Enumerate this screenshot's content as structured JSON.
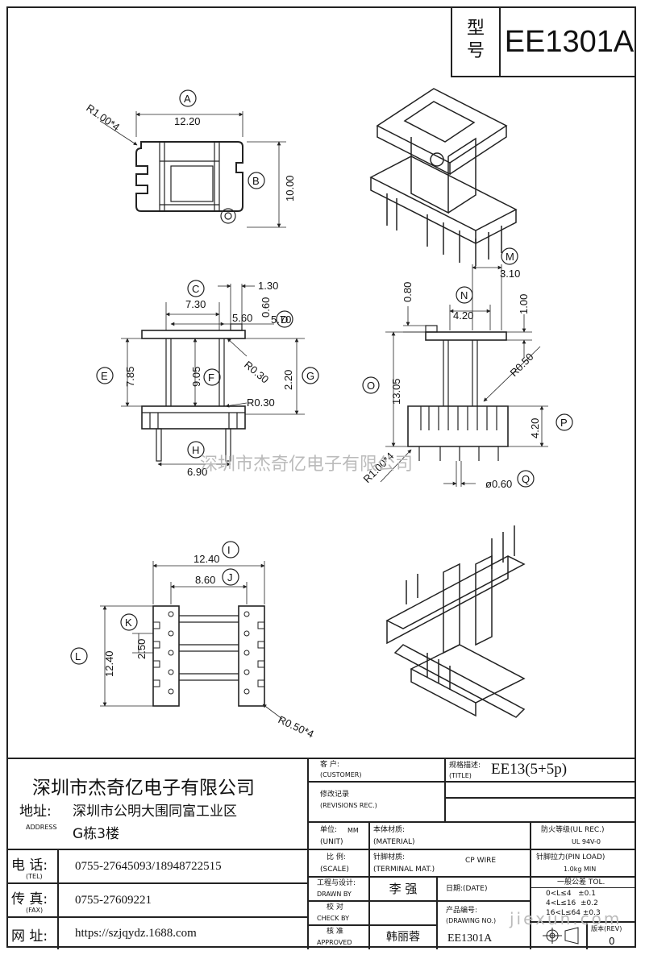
{
  "title_block": {
    "type_label_1": "型",
    "type_label_2": "号",
    "model": "EE1301A"
  },
  "dimensions": {
    "A": "A",
    "A_val": "12.20",
    "r_top": "R1.00*4",
    "B": "B",
    "B_val": "10.00",
    "C": "C",
    "C_val": "7.30",
    "c2": "1.30",
    "c3": "5.60",
    "c4": "0.60",
    "D": "D",
    "D_val": "5.70",
    "E": "E",
    "E_val": "7.85",
    "F": "F",
    "F_val": "9.05",
    "G": "G",
    "G_val": "2.20",
    "r030a": "R0.30",
    "r030b": "R0.30",
    "H": "H",
    "H_val": "6.90",
    "M": "M",
    "M_val": "3.10",
    "N": "N",
    "N_val": "4.20",
    "n2": "0.80",
    "n3": "1.00",
    "r050": "R0.50",
    "O": "O",
    "O_val": "13.05",
    "P": "P",
    "P_val": "4.20",
    "r100": "R1.00*4",
    "Q": "Q",
    "Q_val": "ø0.60",
    "I": "I",
    "I_val": "12.40",
    "J": "J",
    "J_val": "8.60",
    "K": "K",
    "K_val": "2.50",
    "L": "L",
    "L_val": "12.40",
    "r050b": "R0.50*4"
  },
  "watermark": {
    "center": "深圳市杰奇亿电子有限公司",
    "corner": "jiexun.com"
  },
  "company": {
    "name": "深圳市杰奇亿电子有限公司",
    "addr_label": "地址:",
    "addr_line1": "深圳市公明大围同富工业区",
    "addr_en": "ADDRESS",
    "addr_line2": "G栋3楼",
    "tel_label": "电 话:",
    "tel_en": "(TEL)",
    "tel": "0755-27645093/18948722515",
    "fax_label": "传 真:",
    "fax_en": "(FAX)",
    "fax": "0755-27609221",
    "web_label": "网 址:",
    "web": "https://szjqydz.1688.com"
  },
  "form": {
    "customer_cn": "客 户:",
    "customer_en": "(CUSTOMER)",
    "title_cn": "规格描述:",
    "title_en": "(TITLE)",
    "title_val": "EE13(5+5p)",
    "rev_cn": "修改记录",
    "rev_en": "(REVISIONS REC.)",
    "unit_cn": "单位:",
    "unit_val": "MM",
    "unit_en": "(UNIT)",
    "material_cn": "本体材质:",
    "material_en": "(MATERIAL)",
    "fire_cn": "防火等级(UL REC.)",
    "fire_val": "UL 94V-0",
    "scale_cn": "比 例:",
    "scale_en": "(SCALE)",
    "terminal_cn": "针脚材质:",
    "terminal_en": "(TERMINAL MAT.)",
    "terminal_val": "CP WIRE",
    "pin_cn": "针脚拉力(PIN LOAD)",
    "pin_val": "1.0kg MIN",
    "drawn_cn": "工程与设计:",
    "drawn_en": "DRAWN BY",
    "drawn_val": "李 强",
    "date_cn": "日期:(DATE)",
    "tol_title": "一般公差 TOL.",
    "tol_1": "0<L≤4   ±0.1",
    "tol_2": "4<L≤16  ±0.2",
    "tol_3": "16<L≤64 ±0.3",
    "check_cn": "校 对",
    "check_en": "CHECK BY",
    "dwg_cn": "产品编号:",
    "dwg_en": "(DRAWING NO.)",
    "dwg_val": "EE1301A",
    "approved_cn": "核 准",
    "approved_en": "APPROVED",
    "approved_val": "韩丽蓉",
    "rev_label": "版本(REV)",
    "rev_val": "0"
  }
}
